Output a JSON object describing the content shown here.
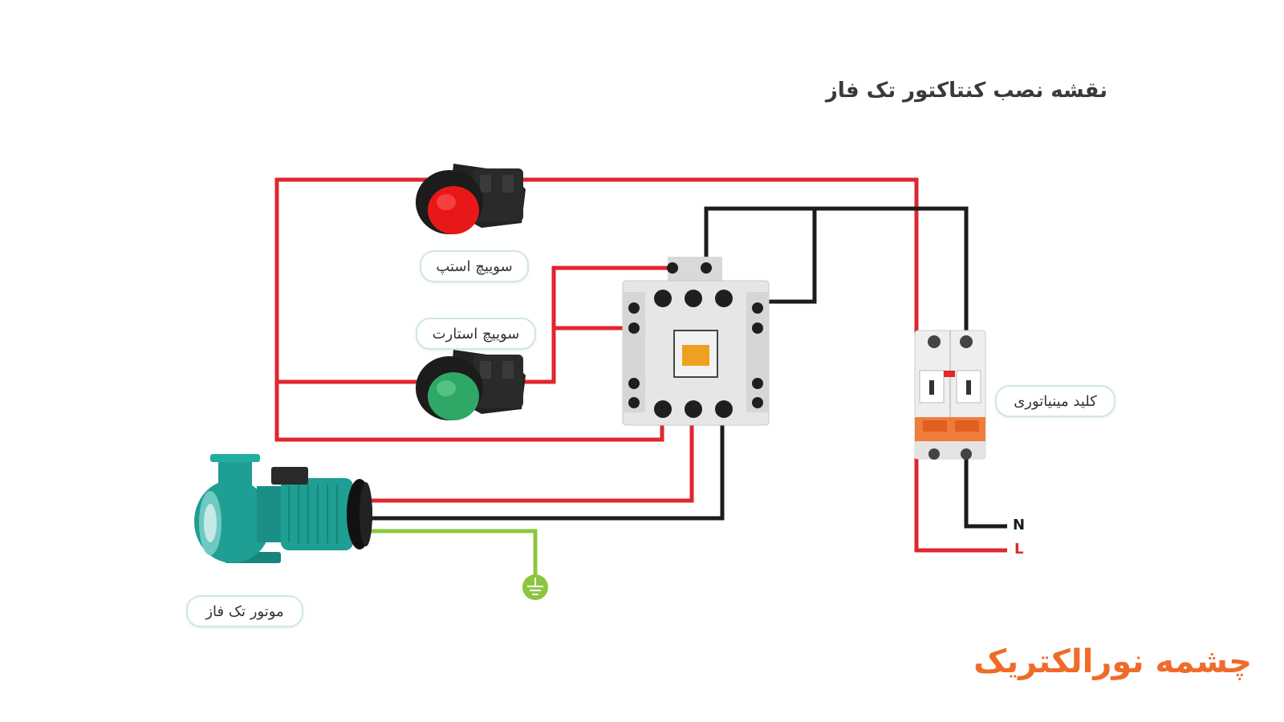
{
  "title": "نقشه نصب کنتاکتور تک فاز",
  "labels": {
    "stop_switch": "سوییچ استپ",
    "start_switch": "سوییچ استارت",
    "mcb": "کلید مینیاتوری",
    "motor": "موتور تک فاز"
  },
  "terminals": {
    "neutral": "N",
    "line": "L"
  },
  "brand": "چشمه نورالکتریک",
  "colors": {
    "wire_red": "#e0262f",
    "wire_black": "#1c1c1c",
    "wire_green": "#8cc63f",
    "stop_button": "#e81818",
    "start_button": "#2ea866",
    "motor": "#1f9e93",
    "breaker_orange": "#f07c3a",
    "brand_orange": "#ef6b2a",
    "pill_border": "#cfe7e2"
  }
}
